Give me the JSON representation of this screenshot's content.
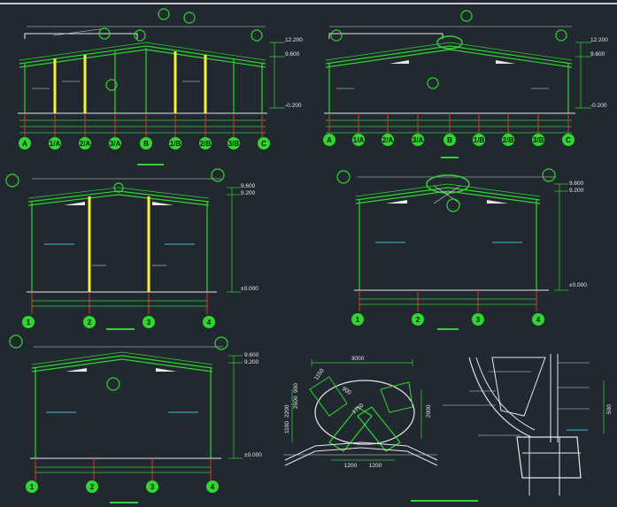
{
  "elevations": {
    "e12200": "12.200",
    "e9600": "9.600",
    "e9200": "9.200",
    "e_neg0200": "-0.200",
    "e_pm0000": "±0.000"
  },
  "axes_top": [
    "A",
    "1/A",
    "2/A",
    "3/A",
    "B",
    "1/B",
    "2/B",
    "3/B",
    "C"
  ],
  "axes_frame": [
    "1",
    "2",
    "3",
    "4"
  ],
  "detail": {
    "dim_top": "3000",
    "dim_bottom_left": "1200",
    "dim_bottom_right": "1200",
    "dim_right": "2000",
    "dims_left": [
      "1100",
      "2200",
      "2500",
      "900"
    ],
    "dim_diag_a": "1150",
    "dim_diag_b": "1750",
    "dim_diag_c": "900",
    "dim_side_r": "500"
  },
  "colors": {
    "background": "#212830",
    "structure": "#2fd62f",
    "column_highlight": "#f2f23a",
    "axis_line": "#d23a2a",
    "annotation": "#35c0d0"
  },
  "icons": [
    "axis-bubble-icon",
    "section-callout-icon"
  ]
}
